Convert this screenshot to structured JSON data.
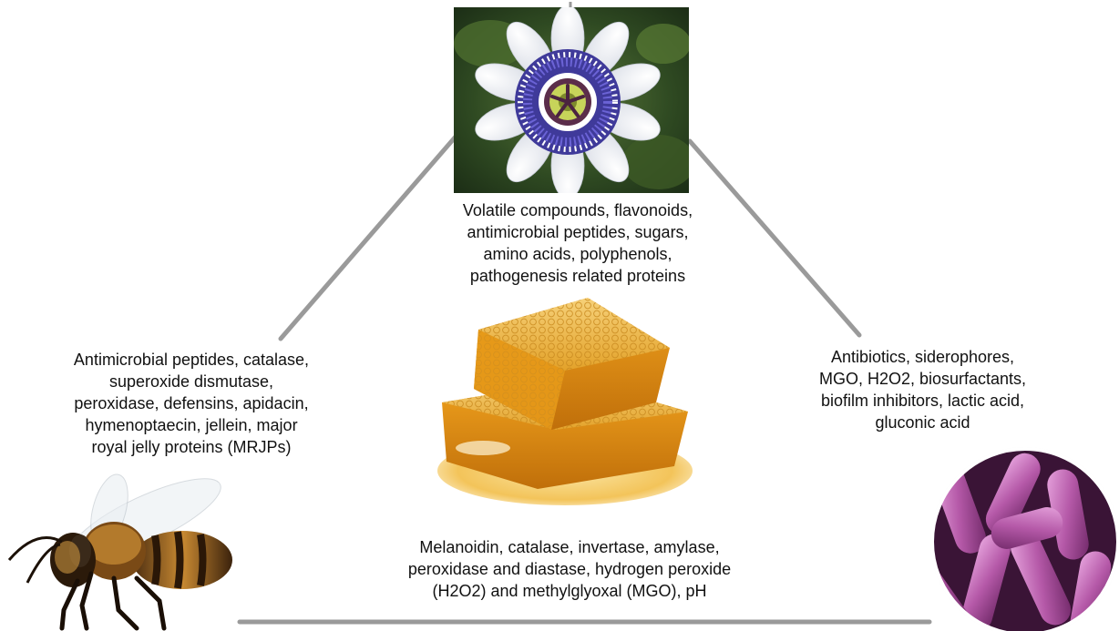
{
  "nodes": {
    "flower": {
      "caption": [
        "Volatile compounds, flavonoids,",
        "antimicrobial peptides, sugars,",
        "amino acids, polyphenols,",
        "pathogenesis related proteins"
      ]
    },
    "bee": {
      "caption": [
        "Antimicrobial peptides, catalase,",
        "superoxide dismutase,",
        "peroxidase, defensins, apidacin,",
        "hymenoptaecin, jellein, major",
        "royal jelly proteins (MRJPs)"
      ]
    },
    "bacteria": {
      "caption": [
        "Antibiotics, siderophores,",
        "MGO, H2O2, biosurfactants,",
        "biofilm inhibitors, lactic acid,",
        "gluconic acid"
      ]
    },
    "honey": {
      "caption": [
        "Melanoidin, catalase, invertase, amylase,",
        "peroxidase and diastase, hydrogen peroxide",
        "(H2O2)  and methylglyoxal (MGO), pH"
      ]
    }
  },
  "colors": {
    "connector": "#9a9a9a",
    "text": "#111111"
  }
}
